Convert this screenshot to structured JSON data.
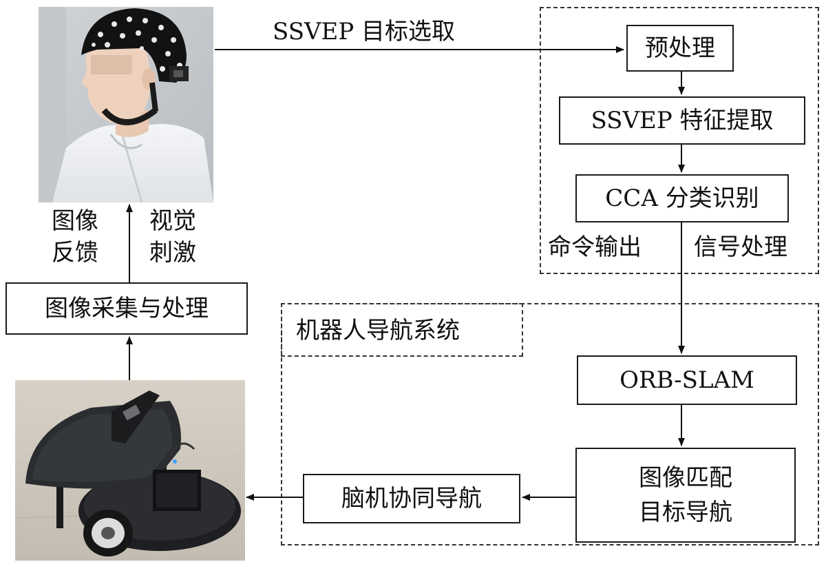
{
  "signal_processing": {
    "preprocess": "预处理",
    "feature_extraction": "SSVEP 特征提取",
    "classification": "CCA 分类识别",
    "command_output": "命令输出",
    "signal_processing_label": "信号处理"
  },
  "top_arrow_label": "SSVEP 目标选取",
  "feedback_labels": {
    "image_feedback_line1": "图像",
    "image_feedback_line2": "反馈",
    "visual_stimulus_line1": "视觉",
    "visual_stimulus_line2": "刺激"
  },
  "image_acquisition": "图像采集与处理",
  "navigation_system": {
    "title": "机器人导航系统",
    "orb_slam": "ORB-SLAM",
    "matching_line1": "图像匹配",
    "matching_line2": "目标导航",
    "cooperative_nav": "脑机协同导航"
  },
  "icons": [
    "eeg-subject-photo",
    "mobile-robot-photo"
  ]
}
